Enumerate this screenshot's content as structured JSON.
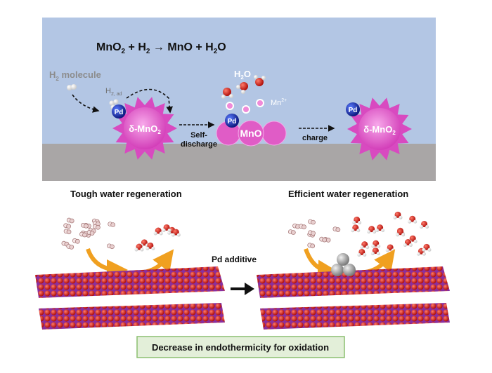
{
  "top_panel": {
    "equation": {
      "a": "MnO",
      "a_sub": "2",
      "b": " + H",
      "b_sub": "2",
      "c": " → MnO + H",
      "c_sub": "2",
      "d": "O"
    },
    "h2_molecule": {
      "main": "H",
      "sub": "2",
      "rest": " molecule"
    },
    "h2_ad": {
      "main": "H",
      "sub": "2, ad"
    },
    "h2o": {
      "main": "H",
      "sub": "2",
      "rest": "O"
    },
    "mn2": {
      "main": "Mn",
      "sup": "2+"
    },
    "pd_label": "Pd",
    "mno2_label": {
      "main": "δ-MnO",
      "sub": "2"
    },
    "mno_label": "MnO",
    "self_discharge": [
      "Self-",
      "discharge"
    ],
    "charge": "charge"
  },
  "bottom_panel": {
    "left_title": "Tough water regeneration",
    "right_title": "Efficient water regeneration",
    "pd_additive": "Pd additive",
    "conclusion": "Decrease in endothermicity for oxidation"
  },
  "colors": {
    "sky": "#b3c6e4",
    "ground": "#a9a6a6",
    "star": "#e055c8",
    "pd": "#1f2fa8",
    "oxygen": "#d8201a",
    "mn": "#8a2f9e",
    "box": "#e3efd9",
    "box_border": "#8cbf70"
  }
}
